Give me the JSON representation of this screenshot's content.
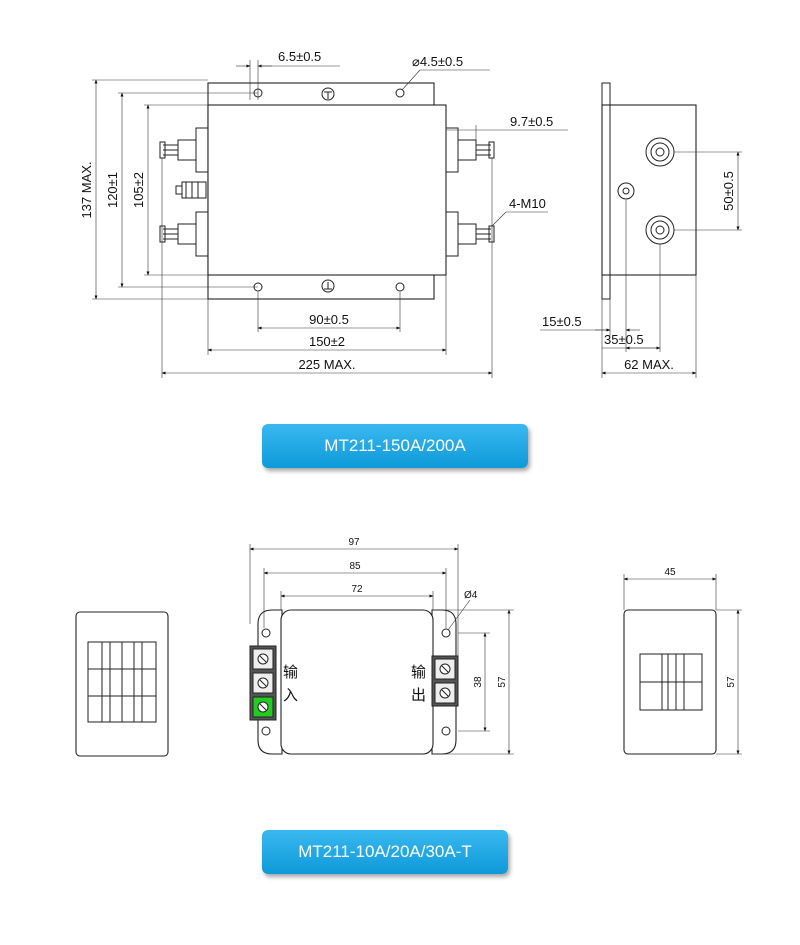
{
  "top_diagram": {
    "dims": {
      "hole_offset": "6.5±0.5",
      "hole_diameter": "⌀4.5±0.5",
      "stud_offset": "9.7±0.5",
      "stud_spec": "4-M10",
      "height_max": "137 MAX.",
      "height_mount": "120±1",
      "height_body": "105±2",
      "hole_spacing": "90±0.5",
      "body_width": "150±2",
      "overall_width": "225 MAX.",
      "side_terminal_spacing": "50±0.5",
      "side_offset_a": "15±0.5",
      "side_offset_b": "35±0.5",
      "side_depth": "62 MAX."
    },
    "label": "MT211-150A/200A"
  },
  "bottom_diagram": {
    "dims": {
      "overall_width": "97",
      "hole_spacing": "85",
      "body_width": "72",
      "hole_diameter": "Ø4",
      "terminal_spacing": "38",
      "height": "57",
      "side_width": "45",
      "side_height": "57"
    },
    "input_label": [
      "输",
      "入"
    ],
    "output_label": [
      "输",
      "出"
    ],
    "colors": {
      "ground_terminal": "#22cc22",
      "badge": "#1aa7e8"
    },
    "label": "MT211-10A/20A/30A-T"
  }
}
